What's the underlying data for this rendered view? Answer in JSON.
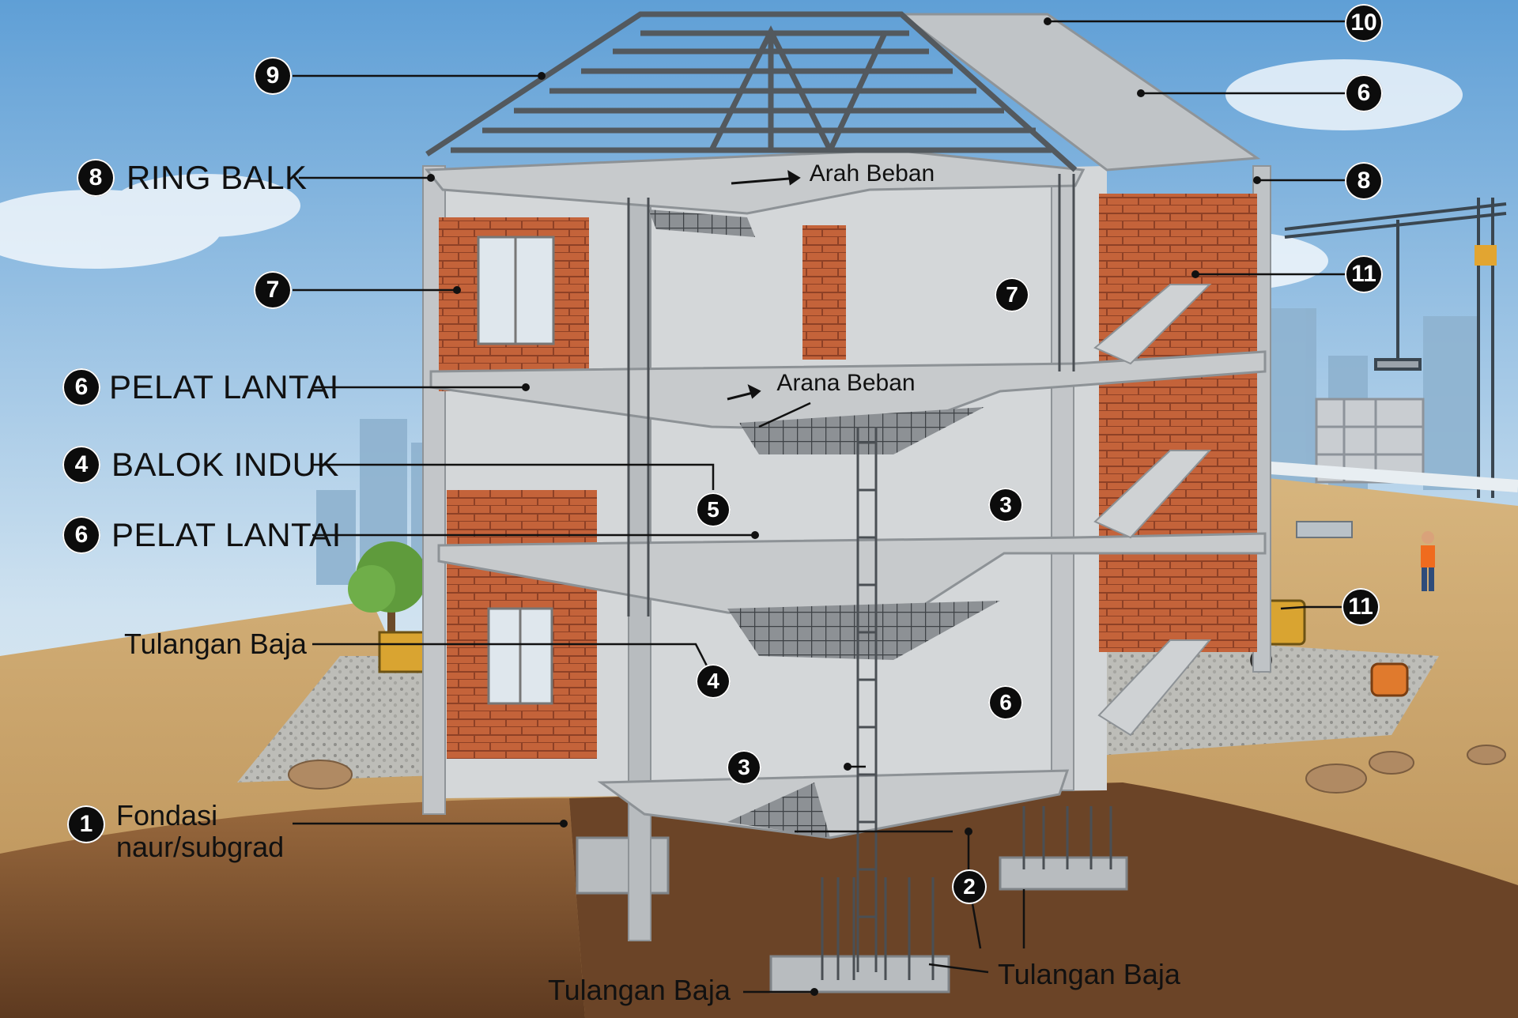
{
  "colors": {
    "sky_top": "#5f9fd6",
    "sky_bottom": "#dbe9f3",
    "concrete": "#c8cbcd",
    "concrete_dark": "#9fa3a6",
    "brick": "#c4633a",
    "soil": "#8a5a34",
    "soil_dark": "#5e3a20",
    "ground": "#c9a46a",
    "gravel": "#b8b8b4",
    "steel": "#6e7378",
    "callout": "#111111"
  },
  "left_labels": {
    "ring_balk": {
      "num": "8",
      "text": "RING BALK"
    },
    "pelat_lantai_top": {
      "num": "6",
      "text": "PELAT LANTAI"
    },
    "balok_induk": {
      "num": "4",
      "text": "BALOK INDUK"
    },
    "pelat_lantai_mid": {
      "num": "6",
      "text": "PELAT LANTAI"
    },
    "tulangan_baja": {
      "text": "Tulangan Baja"
    },
    "fondasi": {
      "num": "1",
      "line1": "Fondasi",
      "line2": "naur/subgrad"
    }
  },
  "left_markers": {
    "roof_truss": "9",
    "wall": "7"
  },
  "right_markers": {
    "roof": "10",
    "roof_slab": "6",
    "ring_balk": "8",
    "stair_top": "11",
    "equipment": "11"
  },
  "inline_labels": {
    "arah_beban": "Arah Beban",
    "arana_beban": "Arana Beban"
  },
  "center_markers": {
    "wall_core": "7",
    "beam": "5",
    "core_mid": "3",
    "beam_low": "4",
    "core_low": "6",
    "ground_col": "3",
    "footing": "2"
  },
  "bottom_labels": {
    "tulangan_center": "Tulangan Baja",
    "tulangan_right": "Tulangan Baja"
  }
}
